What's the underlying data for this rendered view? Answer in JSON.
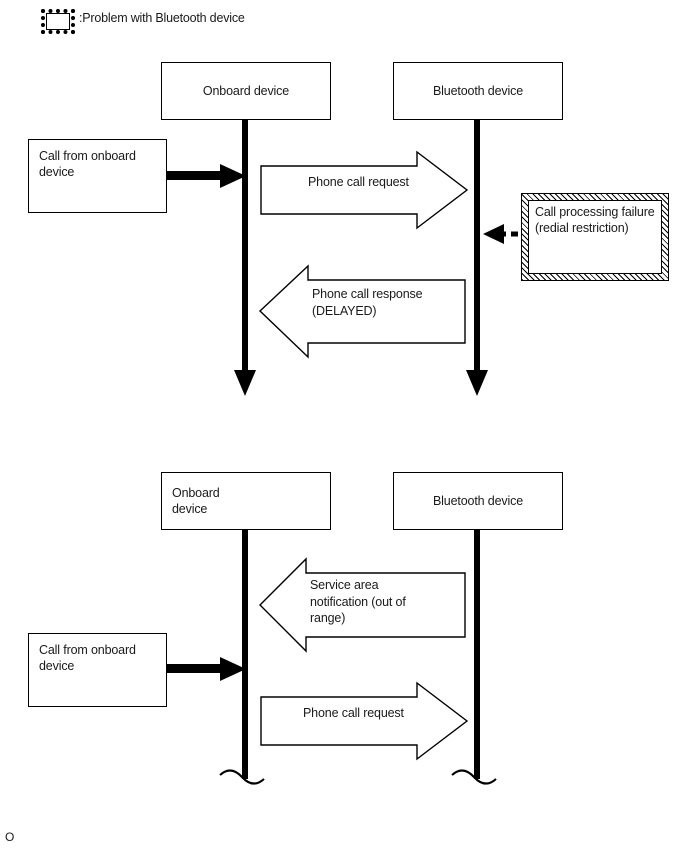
{
  "legend": {
    "icon_name": "hatched-box-icon",
    "label": ":Problem with Bluetooth device"
  },
  "colors": {
    "stroke": "#000000",
    "fill": "#ffffff",
    "text": "#1a1a1a"
  },
  "diagrams": [
    {
      "id": "sequence-diagram-top",
      "lifelines": [
        {
          "name": "onboard-device",
          "label": "Onboard device",
          "align": "center",
          "terminator": "arrowhead"
        },
        {
          "name": "bluetooth-device",
          "label": "Bluetooth device",
          "align": "center",
          "terminator": "arrowhead"
        }
      ],
      "side_boxes": [
        {
          "name": "call-from-onboard-device",
          "label": "Call from onboard\ndevice"
        }
      ],
      "problem_boxes": [
        {
          "name": "call-processing-failure",
          "label": "Call processing failure\n(redial restriction)",
          "style": "hatched"
        }
      ],
      "messages": [
        {
          "name": "phone-call-request",
          "label": "Phone call request",
          "direction": "right",
          "style": "block-arrow"
        },
        {
          "name": "call-processing-failure-trigger",
          "label": "",
          "direction": "left",
          "style": "dashed-arrow"
        },
        {
          "name": "phone-call-response-delayed",
          "label": "Phone call response\n(DELAYED)",
          "direction": "left",
          "style": "block-arrow"
        },
        {
          "name": "call-trigger-onboard",
          "label": "",
          "direction": "right",
          "style": "solid-thick-arrow"
        }
      ]
    },
    {
      "id": "sequence-diagram-bottom",
      "lifelines": [
        {
          "name": "onboard-device",
          "label": "Onboard\ndevice",
          "align": "left",
          "terminator": "wavy-break"
        },
        {
          "name": "bluetooth-device",
          "label": "Bluetooth device",
          "align": "center",
          "terminator": "wavy-break"
        }
      ],
      "side_boxes": [
        {
          "name": "call-from-onboard-device",
          "label": "Call from onboard\ndevice"
        }
      ],
      "problem_boxes": [],
      "messages": [
        {
          "name": "service-area-notification",
          "label": "Service area\nnotification (out of\nrange)",
          "direction": "left",
          "style": "block-arrow"
        },
        {
          "name": "call-trigger-onboard",
          "label": "",
          "direction": "right",
          "style": "solid-thick-arrow"
        },
        {
          "name": "phone-call-request",
          "label": "Phone call request",
          "direction": "right",
          "style": "block-arrow"
        }
      ]
    }
  ],
  "text": {
    "onboard_device": "Onboard device",
    "onboard_device_l1": "Onboard",
    "onboard_device_l2": "device",
    "bluetooth_device": "Bluetooth device",
    "call_from_onboard_l1": "Call from onboard",
    "call_from_onboard_l2": "device",
    "phone_call_request": "Phone call request",
    "phone_call_response_l1": "Phone call response",
    "phone_call_response_l2": "(DELAYED)",
    "call_processing_failure_l1": "Call processing failure",
    "call_processing_failure_l2": "(redial restriction)",
    "service_area_l1": "Service area",
    "service_area_l2": "notification (out of",
    "service_area_l3": "range)"
  },
  "footer": {
    "mark": "O"
  }
}
